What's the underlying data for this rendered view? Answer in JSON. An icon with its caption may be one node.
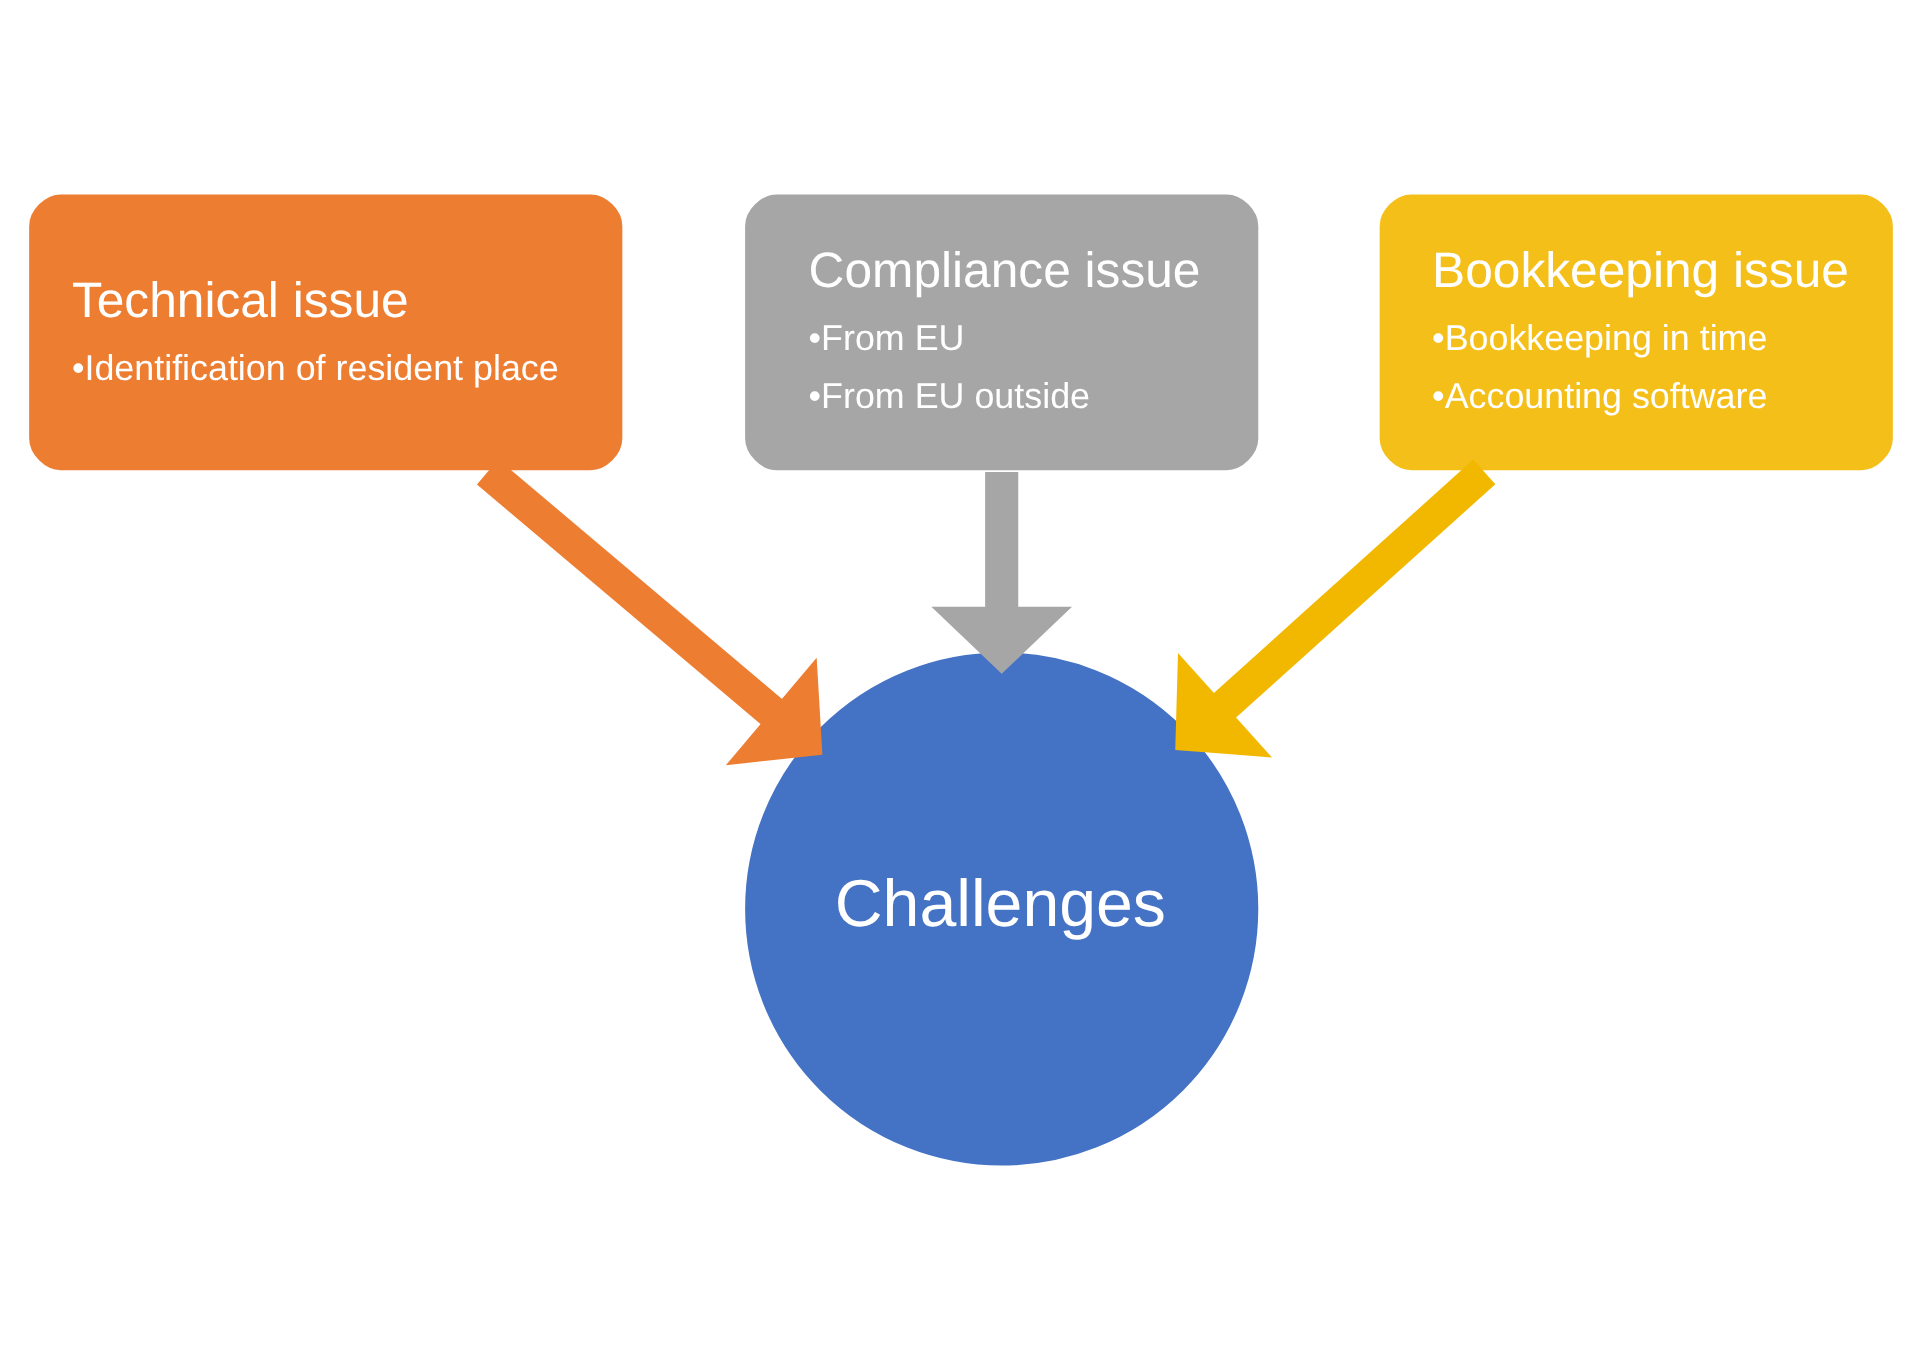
{
  "diagram": {
    "nodes": [
      {
        "text": [
          "Compliance issue",
          "•From EU",
          "•From EU outside"
        ]
      },
      {
        "text": [
          "Technical issue",
          "•Identification of resident place"
        ]
      },
      {
        "text": [
          "Bookkeeping issue",
          "•Bookkeeping in time",
          "•Accounting software"
        ]
      },
      {
        "text": [
          "Challenges"
        ]
      }
    ],
    "edges": [
      {
        "from": 0,
        "to": 3,
        "arrow": "to",
        "color": "#a6a6a6"
      },
      {
        "from": 1,
        "to": 3,
        "arrow": "to",
        "color": "#ed7d31"
      },
      {
        "from": 2,
        "to": 3,
        "arrow": "to",
        "color": "#f2b800"
      }
    ]
  }
}
